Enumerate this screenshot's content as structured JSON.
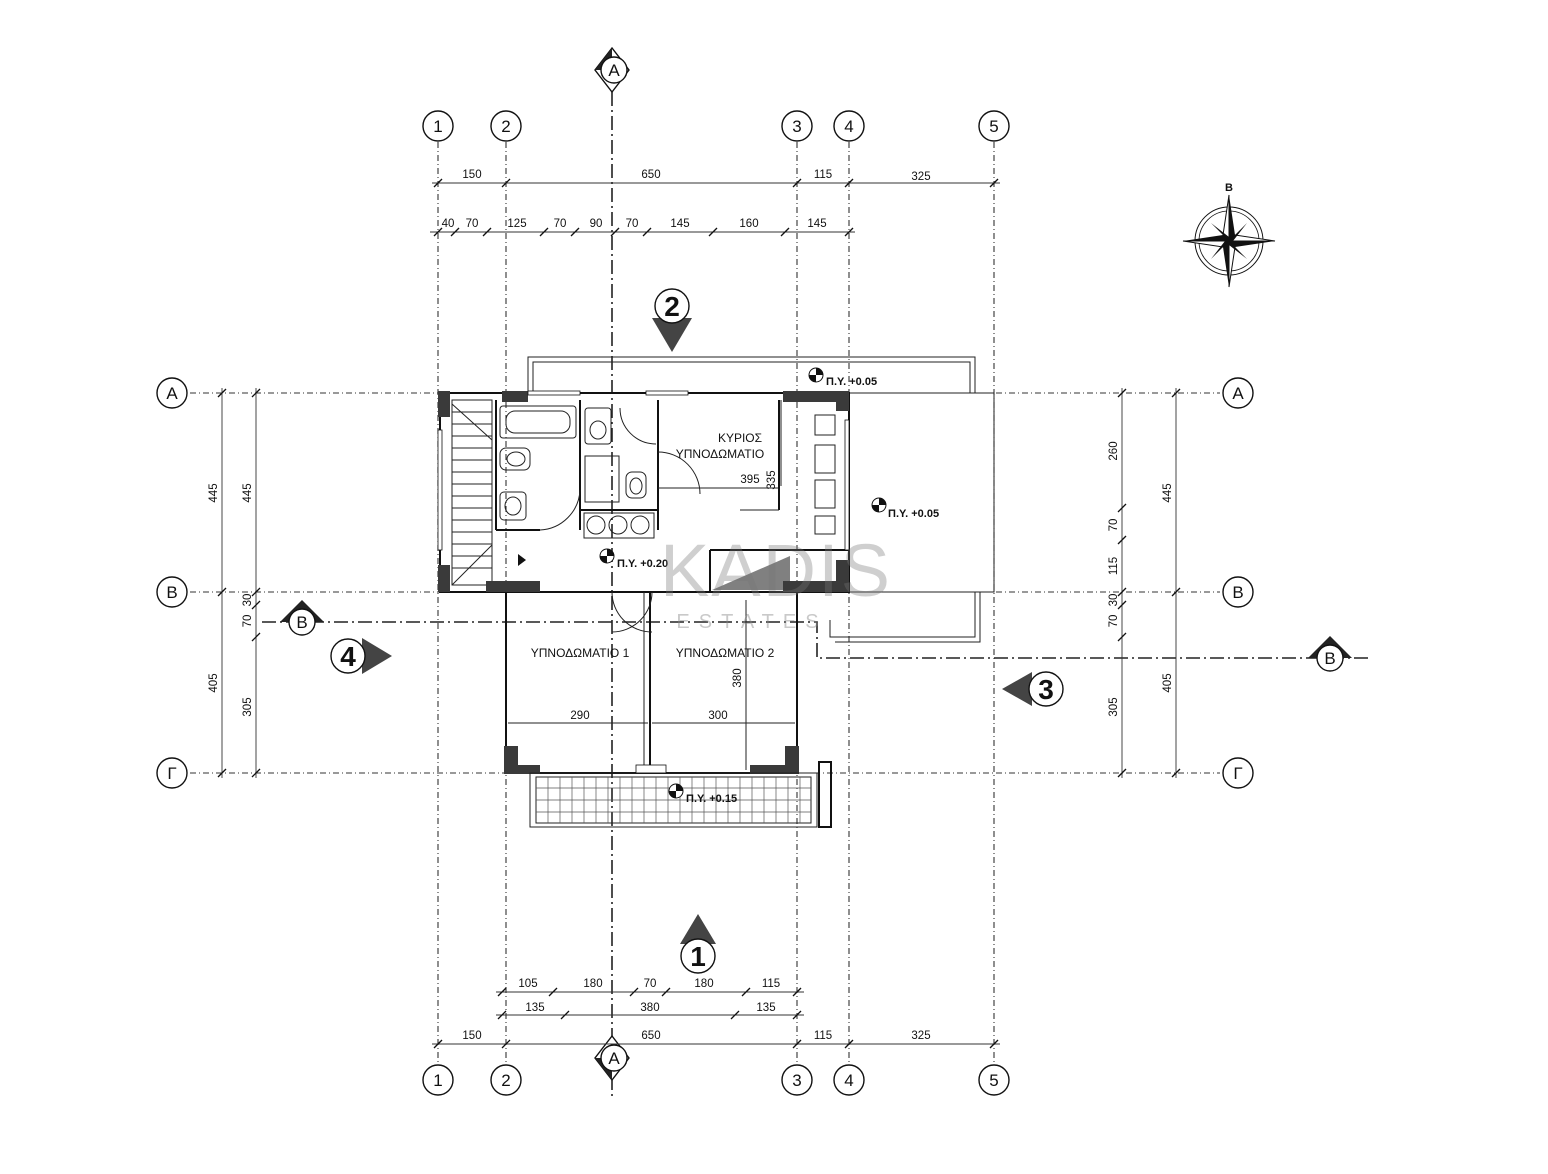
{
  "grid": {
    "columns": [
      "1",
      "2",
      "3",
      "4",
      "5"
    ],
    "rows": [
      "Α",
      "Β",
      "Γ"
    ]
  },
  "sections": {
    "a": "Α",
    "b": "Β"
  },
  "elevations": {
    "e1": "1",
    "e2": "2",
    "e3": "3",
    "e4": "4"
  },
  "dims": {
    "top_main": [
      "150",
      "650",
      "115",
      "325"
    ],
    "top_detail": [
      "40",
      "70",
      "125",
      "70",
      "90",
      "70",
      "145",
      "160",
      "145"
    ],
    "bottom_main": [
      "150",
      "650",
      "115",
      "325"
    ],
    "bottom_row1": [
      "105",
      "180",
      "70",
      "180",
      "115"
    ],
    "bottom_row2": [
      "135",
      "380",
      "135"
    ],
    "left_outer": [
      "445",
      "405"
    ],
    "left_inner": [
      "445",
      "30",
      "70",
      "305"
    ],
    "right_inner": [
      "260",
      "70",
      "115",
      "30",
      "70",
      "305"
    ],
    "right_outer": [
      "445",
      "405"
    ],
    "interior": [
      "395",
      "335",
      "290",
      "300",
      "380"
    ]
  },
  "rooms": {
    "master_line1": "ΚΥΡΙΟΣ",
    "master_line2": "ΥΠΝΟΔΩΜΑΤΙΟ",
    "bedroom1": "ΥΠΝΟΔΩΜΑΤΙΟ 1",
    "bedroom2": "ΥΠΝΟΔΩΜΑΤΙΟ 2"
  },
  "levels": {
    "terrace_top": "Π.Υ. +0.05",
    "terrace_right": "Π.Υ. +0.05",
    "hall": "Π.Υ. +0.20",
    "balcony": "Π.Υ. +0.15"
  },
  "compass": {
    "north": "B",
    "icon": "compass-rose-icon"
  },
  "watermark": {
    "brand": "KADIS",
    "sub": "ESTATES"
  }
}
